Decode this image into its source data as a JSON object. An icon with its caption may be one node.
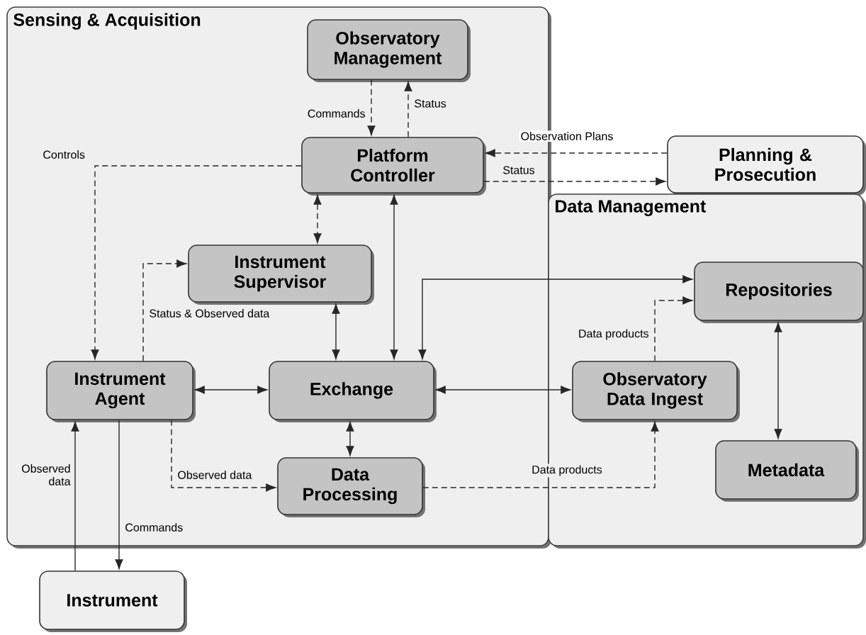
{
  "diagram": {
    "nodes": [
      {
        "text": [
          "Sensing & Acquisition"
        ]
      },
      {
        "text": [
          "Observatory Management"
        ],
        "in": 0
      },
      {
        "text": [
          "Platform Controller"
        ],
        "in": 0
      },
      {
        "text": [
          "Planning & Prosecution"
        ]
      },
      {
        "text": [
          "Instrument Supervisor"
        ],
        "in": 0
      },
      {
        "text": [
          "Data Management"
        ]
      },
      {
        "text": [
          "Repositories"
        ],
        "in": 5
      },
      {
        "text": [
          "Instrument Agent"
        ],
        "in": 0
      },
      {
        "text": [
          "Exchange"
        ],
        "in": 0
      },
      {
        "text": [
          "Observatory Data Ingest"
        ],
        "in": 5
      },
      {
        "text": [
          "Data Processing"
        ],
        "in": 0
      },
      {
        "text": [
          "Metadata"
        ],
        "in": 5
      },
      {
        "text": [
          "Instrument"
        ]
      }
    ],
    "edges": [
      {
        "from": 1,
        "to": 2,
        "arrow": "to",
        "label": "Commands",
        "style": "dashed"
      },
      {
        "from": 2,
        "to": 1,
        "arrow": "to",
        "label": "Status",
        "style": "dashed"
      },
      {
        "from": 3,
        "to": 2,
        "arrow": "to",
        "label": "Observation Plans",
        "style": "dashed"
      },
      {
        "from": 2,
        "to": 3,
        "arrow": "to",
        "label": "Status",
        "style": "dashed"
      },
      {
        "from": 2,
        "to": 7,
        "arrow": "to",
        "label": "Controls",
        "style": "dashed"
      },
      {
        "from": 2,
        "to": 4,
        "arrow": "both",
        "style": "dashed"
      },
      {
        "from": 7,
        "to": 4,
        "arrow": "to",
        "label": "Status & Observed data",
        "style": "dashed"
      },
      {
        "from": 4,
        "to": 8,
        "arrow": "both"
      },
      {
        "from": 2,
        "to": 8,
        "arrow": "both"
      },
      {
        "from": 8,
        "to": 6,
        "arrow": "both"
      },
      {
        "from": 7,
        "to": 8,
        "arrow": "both"
      },
      {
        "from": 8,
        "to": 9,
        "arrow": "both"
      },
      {
        "from": 8,
        "to": 10,
        "arrow": "both"
      },
      {
        "from": 9,
        "to": 6,
        "arrow": "to",
        "label": "Data products",
        "style": "dashed"
      },
      {
        "from": 10,
        "to": 9,
        "arrow": "to",
        "label": "Data products",
        "style": "dashed"
      },
      {
        "from": 7,
        "to": 10,
        "arrow": "to",
        "label": "Observed data",
        "style": "dashed"
      },
      {
        "from": 6,
        "to": 11,
        "arrow": "both"
      },
      {
        "from": 12,
        "to": 7,
        "arrow": "to",
        "label": "Observed data"
      },
      {
        "from": 7,
        "to": 12,
        "arrow": "to",
        "label": "Commands"
      }
    ]
  }
}
